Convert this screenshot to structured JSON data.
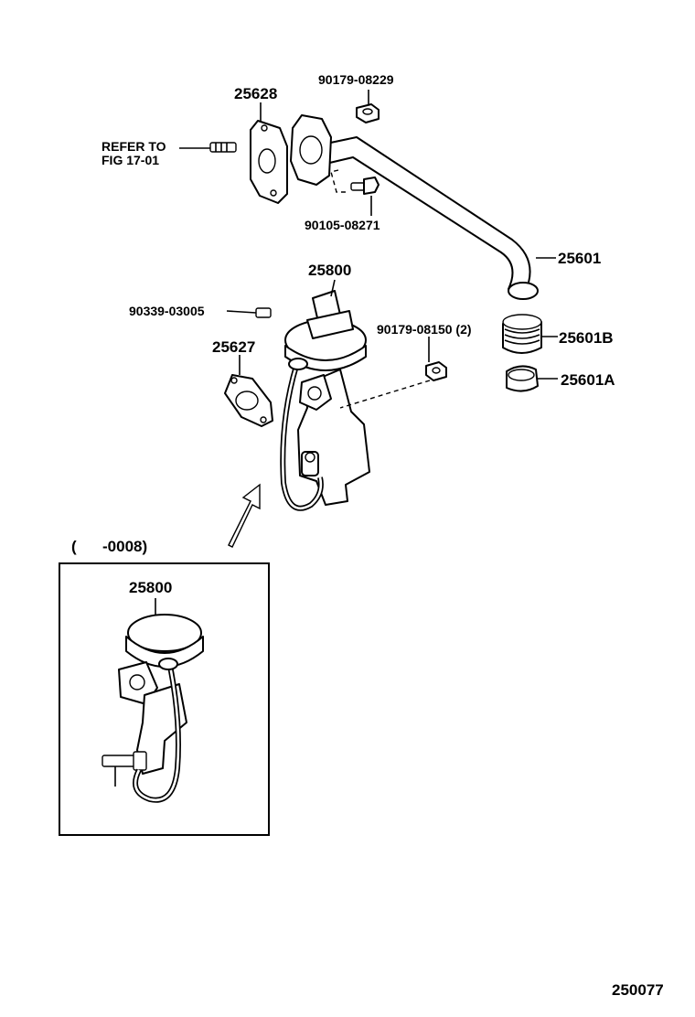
{
  "labels": {
    "p25628": "25628",
    "p90179_08229": "90179-08229",
    "refer_line1": "REFER TO",
    "refer_line2": "FIG 17-01",
    "p90105_08271": "90105-08271",
    "p25601": "25601",
    "p25800_main": "25800",
    "p90339_03005": "90339-03005",
    "p90179_08150": "90179-08150 (2)",
    "p25601B": "25601B",
    "p25627": "25627",
    "p25601A": "25601A",
    "inset_range": "(      -0008)",
    "p25800_inset": "25800",
    "figure_number": "250077"
  },
  "icons": {
    "arrow": "view-arrow-icon"
  }
}
